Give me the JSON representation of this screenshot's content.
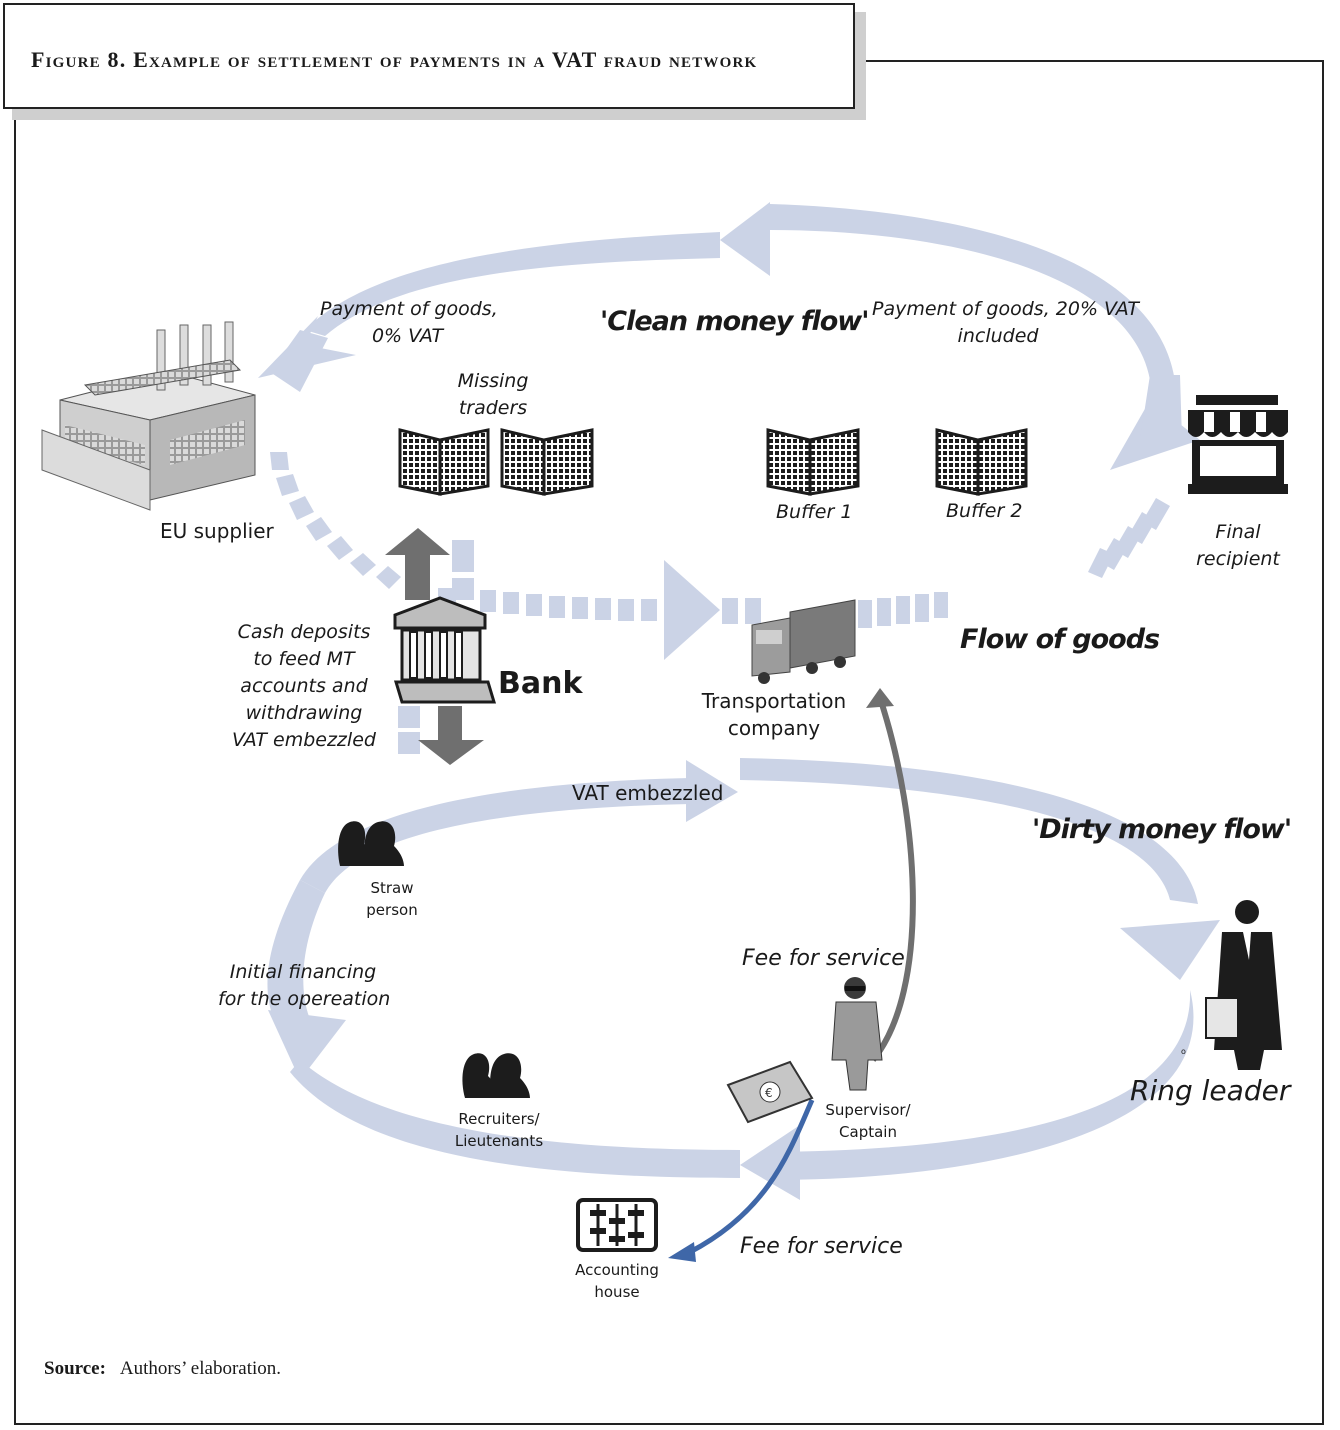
{
  "figure": {
    "title": "Figure 8.  Example of settlement of payments in a VAT fraud network"
  },
  "labels": {
    "clean_money_flow": "'Clean money flow'",
    "payment_0_vat_line1": "Payment of  goods,",
    "payment_0_vat_line2": "0% VAT",
    "payment_20_vat_line1": "Payment of goods, 20% VAT",
    "payment_20_vat_line2": "included",
    "missing_traders_line1": "Missing",
    "missing_traders_line2": "traders",
    "eu_supplier": "EU supplier",
    "buffer_1": "Buffer 1",
    "buffer_2": "Buffer 2",
    "final_recipient_line1": "Final",
    "final_recipient_line2": "recipient",
    "cash_deposits_line1": "Cash deposits",
    "cash_deposits_line2": "to feed MT",
    "cash_deposits_line3": "accounts and",
    "cash_deposits_line4": "withdrawing",
    "cash_deposits_line5": "VAT embezzled",
    "bank": "Bank",
    "transport_line1": "Transportation",
    "transport_line2": "company",
    "flow_of_goods": "Flow of goods",
    "vat_embezzled": "VAT embezzled",
    "dirty_money_flow": "'Dirty money flow'",
    "straw_line1": "Straw",
    "straw_line2": "person",
    "initial_fin_line1": "Initial financing",
    "initial_fin_line2": "for the opereation",
    "fee_for_service_top": "Fee for service",
    "fee_for_service_bottom": "Fee for service",
    "ring_leader": "Ring leader",
    "small_mark": "o",
    "supervisor_line1": "Supervisor/",
    "supervisor_line2": "Captain",
    "recruiters_line1": "Recruiters/",
    "recruiters_line2": "Lieutenants",
    "accounting_line1": "Accounting",
    "accounting_line2": "house"
  },
  "source": {
    "label": "Source:",
    "text": "Authors’ elaboration."
  },
  "colors": {
    "flow_arrow": "#cbd3e6",
    "grey_arrow": "#6f6f6f",
    "blue_arrow": "#3f67a8",
    "dark_icon": "#1c1c1c",
    "border": "#222222"
  },
  "icons": [
    "factory-icon",
    "office-building-icon",
    "shop-icon",
    "bank-icon",
    "truck-icon",
    "people-silhouette-icon",
    "businessman-icon",
    "supervisor-icon",
    "banknote-icon",
    "abacus-icon"
  ]
}
